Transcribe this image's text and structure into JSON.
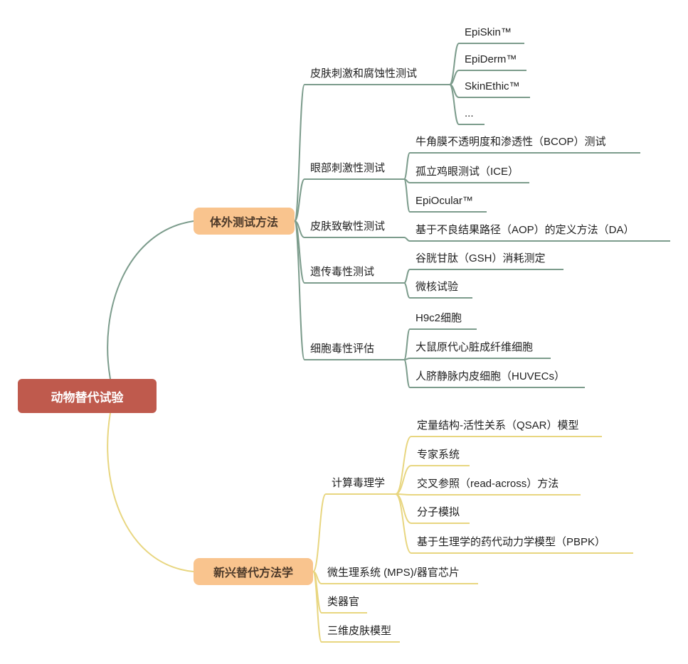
{
  "root": {
    "label": "动物替代试验"
  },
  "branches": [
    {
      "label": "体外测试方法",
      "children": [
        {
          "label": "皮肤刺激和腐蚀性测试",
          "children": [
            {
              "label": "EpiSkin™"
            },
            {
              "label": "EpiDerm™"
            },
            {
              "label": "SkinEthic™"
            },
            {
              "label": "..."
            }
          ]
        },
        {
          "label": "眼部刺激性测试",
          "children": [
            {
              "label": "牛角膜不透明度和渗透性（BCOP）测试"
            },
            {
              "label": "孤立鸡眼测试（ICE）"
            },
            {
              "label": "EpiOcular™"
            }
          ]
        },
        {
          "label": "皮肤致敏性测试",
          "children": [
            {
              "label": "基于不良结果路径（AOP）的定义方法（DA）"
            }
          ]
        },
        {
          "label": "遗传毒性测试",
          "children": [
            {
              "label": "谷胱甘肽（GSH）消耗测定"
            },
            {
              "label": "微核试验"
            }
          ]
        },
        {
          "label": "细胞毒性评估",
          "children": [
            {
              "label": "H9c2细胞"
            },
            {
              "label": "大鼠原代心脏成纤维细胞"
            },
            {
              "label": "人脐静脉内皮细胞（HUVECs）"
            }
          ]
        }
      ]
    },
    {
      "label": "新兴替代方法学",
      "children": [
        {
          "label": "计算毒理学",
          "children": [
            {
              "label": "定量结构-活性关系（QSAR）模型"
            },
            {
              "label": "专家系统"
            },
            {
              "label": "交叉参照（read-across）方法"
            },
            {
              "label": "分子模拟"
            },
            {
              "label": "基于生理学的药代动力学模型（PBPK）"
            }
          ]
        },
        {
          "label": "微生理系统 (MPS)/器官芯片"
        },
        {
          "label": "类器官"
        },
        {
          "label": "三维皮肤模型"
        }
      ]
    }
  ],
  "colors": {
    "root_bg": "#bf5a4d",
    "root_text": "#ffffff",
    "branch_bg": "#f9c48e",
    "branch_text": "#4d3a2a",
    "upper_line": "#7c9c8c",
    "lower_line": "#e8d680"
  }
}
